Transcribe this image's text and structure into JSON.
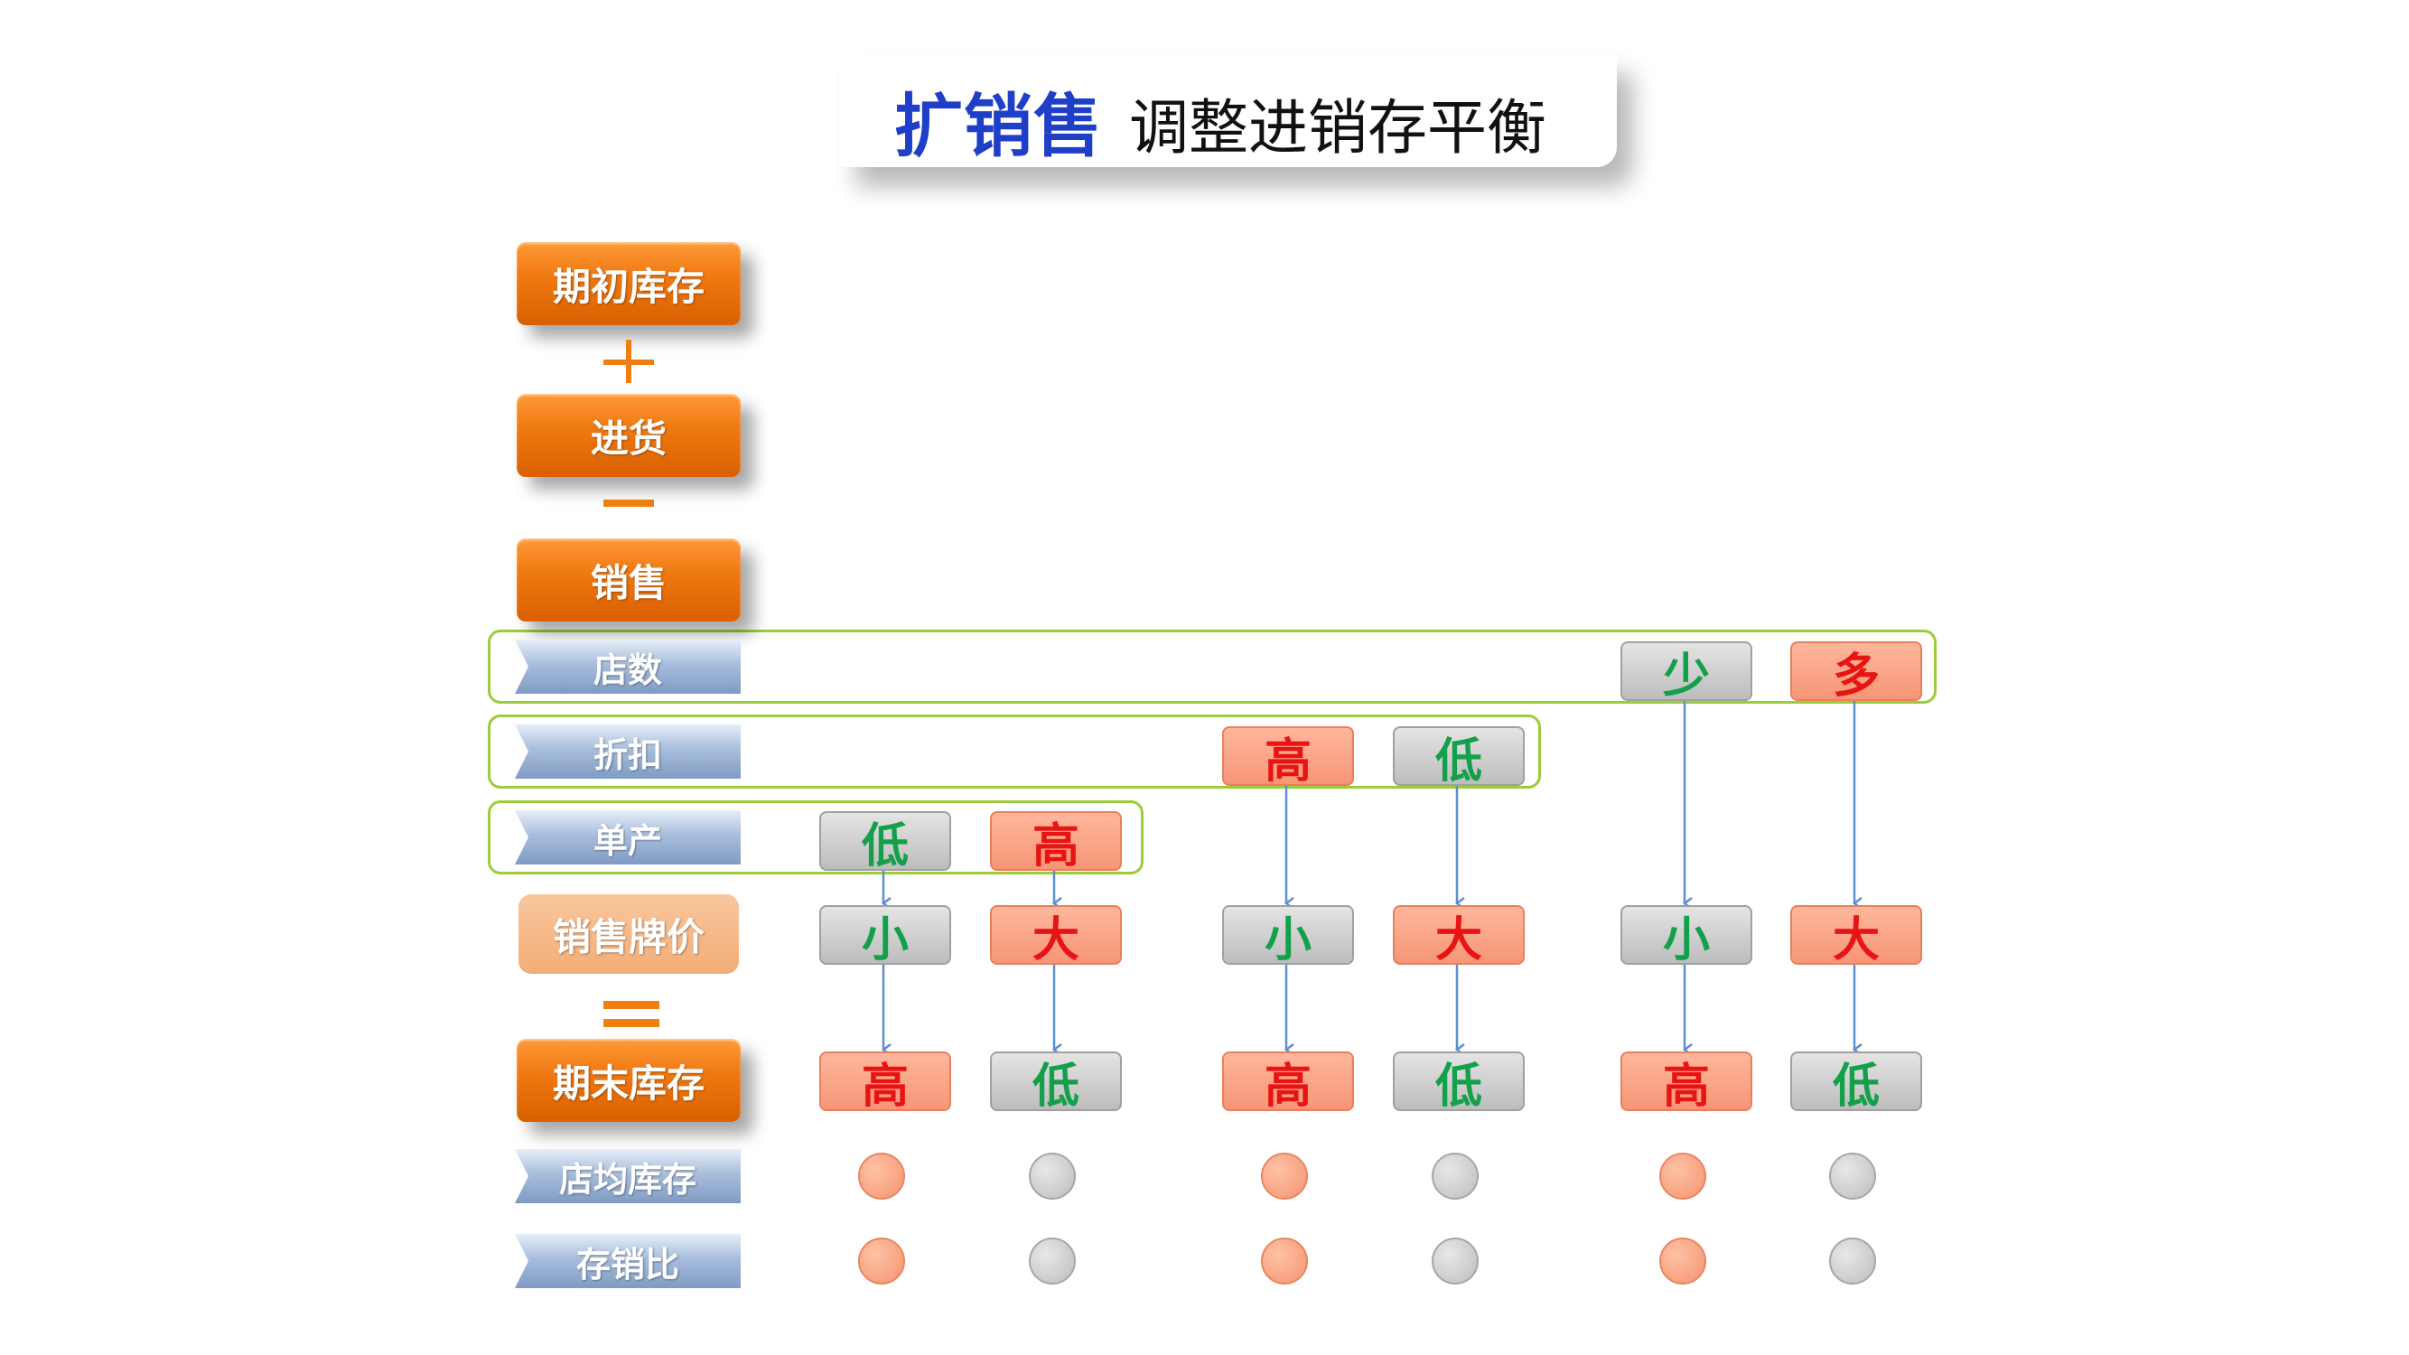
{
  "title": {
    "main": "扩销售",
    "sub": "调整进销存平衡"
  },
  "labels": {
    "opening_stock": "期初库存",
    "purchase": "进货",
    "sales": "销售",
    "store_count": "店数",
    "discount": "折扣",
    "unit_output": "单产",
    "sales_list_price": "销售牌价",
    "closing_stock": "期末库存",
    "avg_store_stock": "店均库存",
    "stock_sales_ratio": "存销比"
  },
  "operators": {
    "plus": "+",
    "minus": "−",
    "equals": "="
  },
  "columns": [
    {
      "driver_row": "单产",
      "driver": "低",
      "price": "小",
      "closing": "高",
      "dot_color": "salmon",
      "driver_style": "gray",
      "price_style": "gray",
      "closing_style": "salmon"
    },
    {
      "driver_row": "单产",
      "driver": "高",
      "price": "大",
      "closing": "低",
      "dot_color": "gray",
      "driver_style": "salmon",
      "price_style": "salmon",
      "closing_style": "gray"
    },
    {
      "driver_row": "折扣",
      "driver": "高",
      "price": "小",
      "closing": "高",
      "dot_color": "salmon",
      "driver_style": "salmon",
      "price_style": "gray",
      "closing_style": "salmon"
    },
    {
      "driver_row": "折扣",
      "driver": "低",
      "price": "大",
      "closing": "低",
      "dot_color": "gray",
      "driver_style": "gray",
      "price_style": "salmon",
      "closing_style": "gray"
    },
    {
      "driver_row": "店数",
      "driver": "少",
      "price": "小",
      "closing": "高",
      "dot_color": "salmon",
      "driver_style": "gray",
      "price_style": "gray",
      "closing_style": "salmon"
    },
    {
      "driver_row": "店数",
      "driver": "多",
      "price": "大",
      "closing": "低",
      "dot_color": "gray",
      "driver_style": "salmon",
      "price_style": "salmon",
      "closing_style": "gray"
    }
  ],
  "colors": {
    "orange": "#f07a12",
    "group_outline": "#9ccc3c",
    "arrow": "#5b8fd0",
    "green_text": "#13a04a",
    "red_text": "#e81414"
  }
}
